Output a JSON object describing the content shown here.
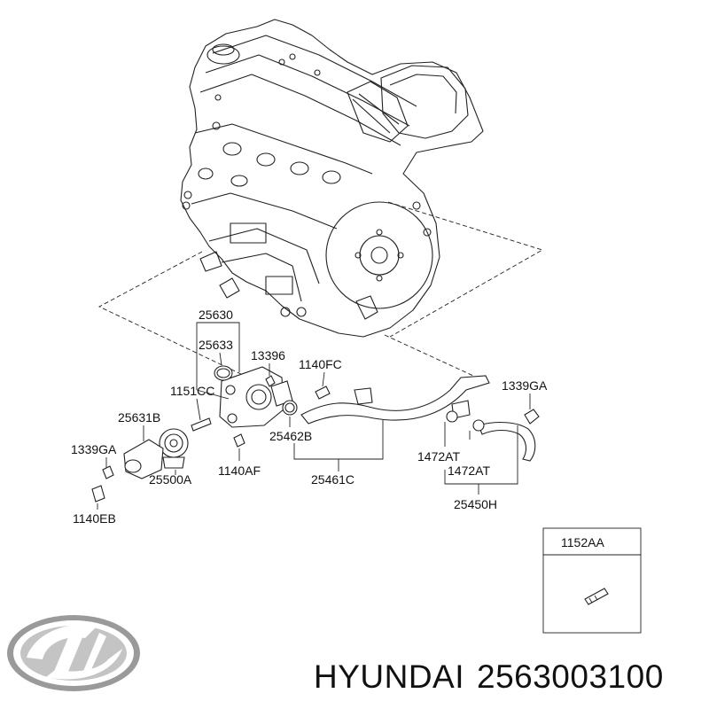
{
  "diagram": {
    "labels": {
      "p25630": "25630",
      "p25633": "25633",
      "p13396": "13396",
      "p1140FC": "1140FC",
      "p1339GA_right": "1339GA",
      "p1151CC": "1151CC",
      "p25631B": "25631B",
      "p25462B": "25462B",
      "p1339GA_left": "1339GA",
      "p1472AT_a": "1472AT",
      "p1472AT_b": "1472AT",
      "p1140AF": "1140AF",
      "p25500A": "25500A",
      "p25461C": "25461C",
      "p25450H": "25450H",
      "p1140EB": "1140EB",
      "p1152AA": "1152AA"
    }
  },
  "footer": {
    "brand": "HYUNDAI",
    "part_number": "2563003100",
    "logo_icon": "hyundai-logo-icon"
  }
}
